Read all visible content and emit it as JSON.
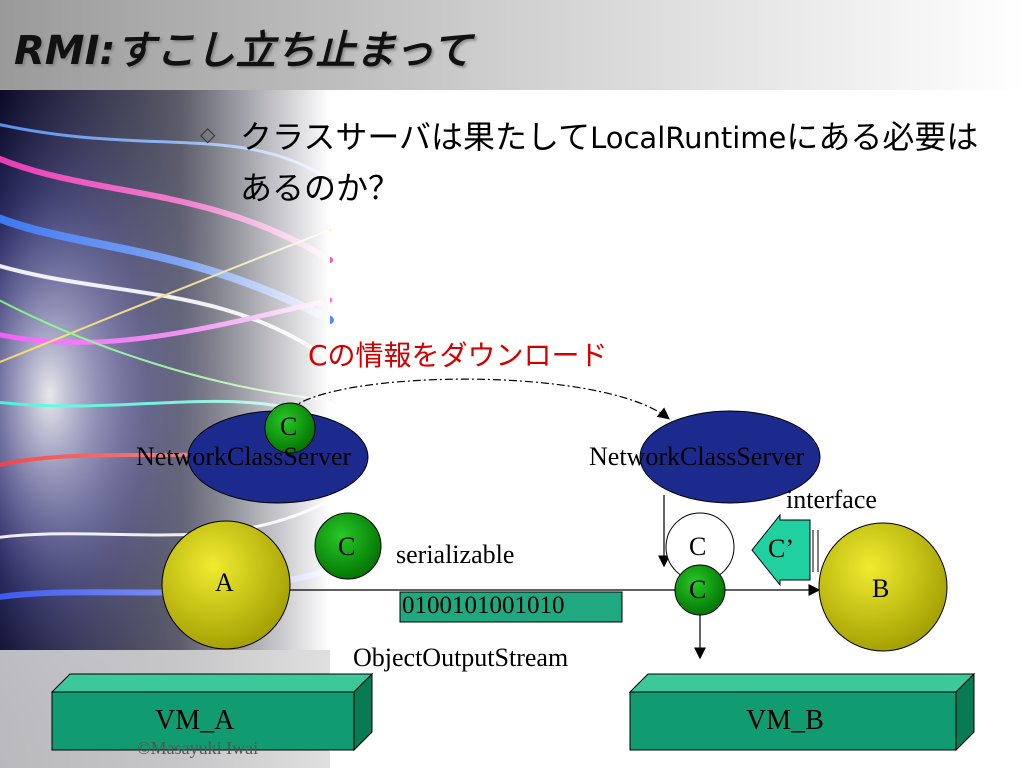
{
  "slide": {
    "title": "RMI:すこし立ち止まって",
    "bullet": {
      "marker": "◇",
      "text_before": "クラスサーバは果たして",
      "text_latin": "LocalRuntime",
      "text_after": "にある必要はあるのか？"
    },
    "copyright": "©Masayuki Iwai"
  },
  "diagram": {
    "download_label": "Cの情報をダウンロード",
    "server_left_label": "NetworkClassServer",
    "server_right_label": "NetworkClassServer",
    "class_c_label": "C",
    "class_c_prime_label": "C’",
    "interface_label": "interface",
    "serializable_label": "serializable",
    "node_a_label": "A",
    "node_b_label": "B",
    "bitstream_label": "0100101001010",
    "stream_label": "ObjectOutputStream",
    "vm_left_label": "VM_A",
    "vm_right_label": "VM_B",
    "colors": {
      "server_blue": "#1c2a8e",
      "class_green": "#0fa00f",
      "node_yellow": "#c8c40a",
      "vm_teal": "#109c70",
      "stream_teal": "#20a880",
      "download_red": "#d40000"
    }
  }
}
